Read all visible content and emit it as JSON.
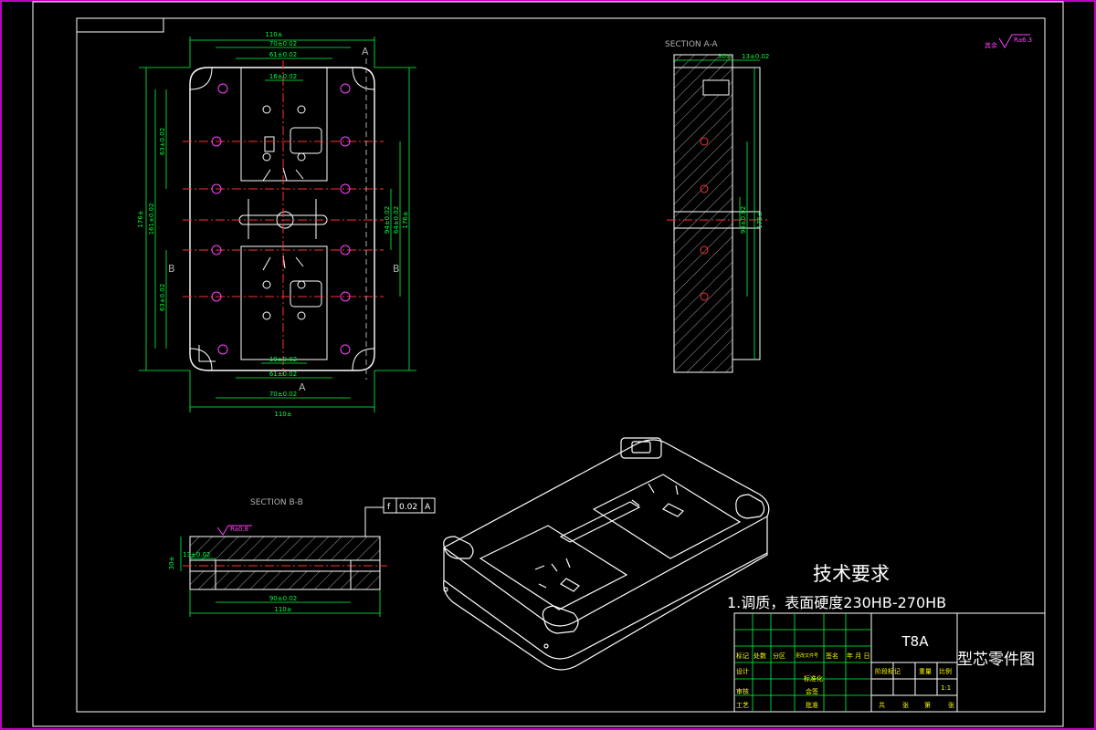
{
  "drawing": {
    "title_box_material": "T8A",
    "part_name": "型芯零件图",
    "tech_requirements_title": "技术要求",
    "tech_requirements_line1": "1.调质，表面硬度230HB-270HB",
    "surface_finish_note": "其余",
    "surface_finish_value": "Ra6.3"
  },
  "views": {
    "section_aa_label": "SECTION A-A",
    "section_bb_label": "SECTION B-B",
    "cut_mark_a": "A",
    "cut_mark_b": "B",
    "flatness_symbol": "f",
    "flatness_value": "0.02",
    "flatness_datum": "A",
    "bb_roughness": "Ra0.8"
  },
  "dimensions": {
    "plan_top_width": "110±",
    "plan_70": "70±0.02",
    "plan_61": "61±0.02",
    "plan_16": "16±0.02",
    "plan_bottom_70": "70±0.02",
    "plan_bottom_61": "61±0.02",
    "plan_bottom_19": "19±0.02",
    "plan_bottom_110": "110±",
    "plan_left_176": "176±",
    "plan_left_161": "161±0.02",
    "plan_left_63a": "63±0.02",
    "plan_left_63b": "63±0.02",
    "plan_right_94": "94±0.02",
    "plan_right_64": "64±0.02",
    "plan_right_176": "176±",
    "aa_top": "13±0.02",
    "aa_30": "30±",
    "aa_94": "94±0.02",
    "aa_176": "176±",
    "bb_13": "13±0.02",
    "bb_30": "30±",
    "bb_90": "90±0.02",
    "bb_110": "110±"
  },
  "title_block": {
    "row1": [
      "标记",
      "处数",
      "分区",
      "更改文件号",
      "签名",
      "年 月 日"
    ],
    "row2": [
      "设计",
      "",
      "",
      "标准化"
    ],
    "row3": [
      "审核",
      "",
      "",
      "会签"
    ],
    "row4": [
      "工艺",
      "",
      "",
      "批准"
    ],
    "stage_headers": [
      "阶段标记",
      "重量",
      "比例"
    ],
    "scale": "1:1",
    "sheets": [
      "共",
      "张",
      "第",
      "张"
    ]
  }
}
